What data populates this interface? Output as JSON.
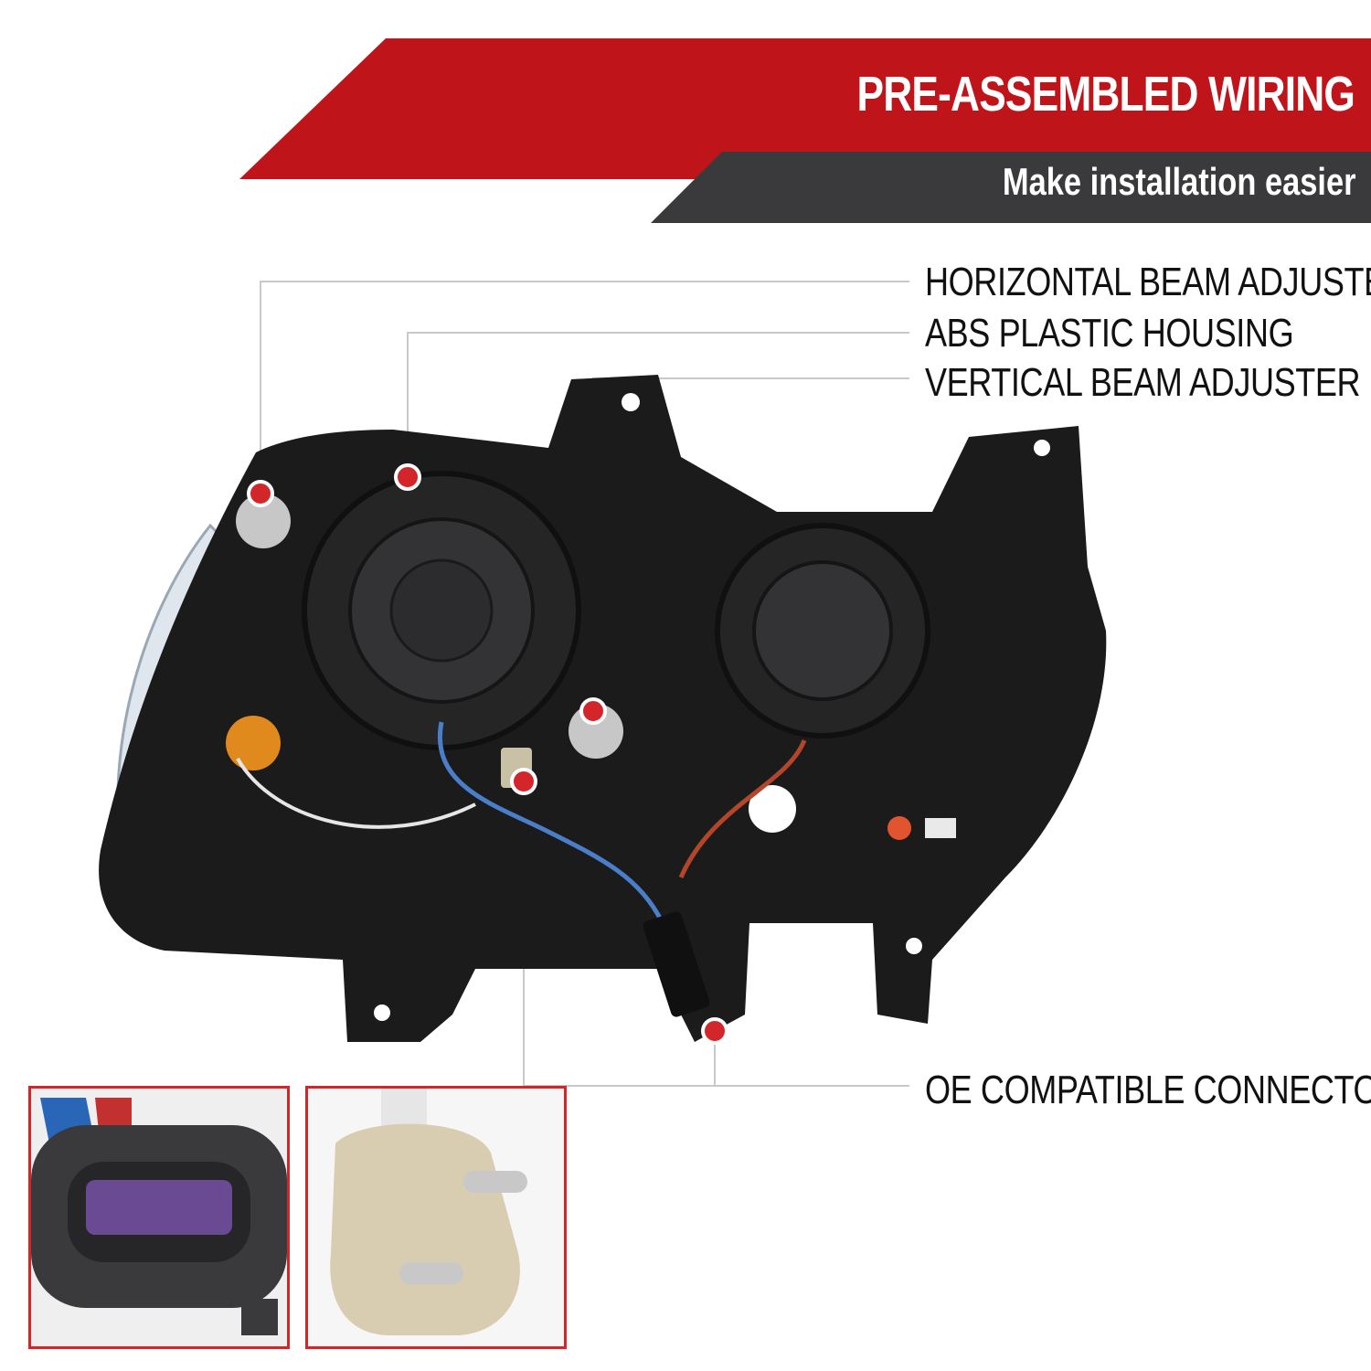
{
  "header": {
    "title": "PRE-ASSEMBLED WIRING",
    "subtitle": "Make installation easier"
  },
  "features": [
    {
      "label": "HORIZONTAL BEAM ADJUSTER"
    },
    {
      "label": "ABS PLASTIC HOUSING"
    },
    {
      "label": "VERTICAL BEAM ADJUSTER"
    },
    {
      "label": "OE COMPATIBLE CONNECTORS"
    }
  ],
  "colors": {
    "accent_red": "#c0141b",
    "banner_gray": "#3a3a3c",
    "marker_red": "#d3262b",
    "housing_black": "#1b1b1c"
  },
  "markers": [
    {
      "name": "horizontal-beam-adjuster-marker"
    },
    {
      "name": "abs-housing-marker"
    },
    {
      "name": "vertical-beam-adjuster-marker"
    },
    {
      "name": "connector-marker-left"
    },
    {
      "name": "connector-marker-right"
    }
  ]
}
